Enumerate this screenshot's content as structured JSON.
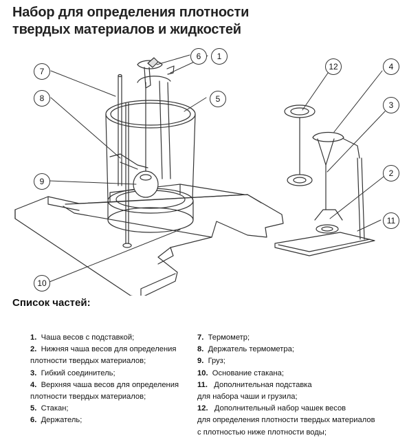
{
  "title": {
    "line1": "Набор для определения плотности",
    "line2": "твердых материалов и жидкостей"
  },
  "callouts": [
    "1",
    "2",
    "3",
    "4",
    "5",
    "6",
    "7",
    "8",
    "9",
    "10",
    "11",
    "12"
  ],
  "parts_heading": "Список частей:",
  "parts_left": [
    {
      "num": "1.",
      "text": "Чаша весов с подставкой;"
    },
    {
      "num": "2.",
      "text": "Нижняя чаша весов для определения"
    },
    {
      "num": "",
      "text": "плотности твердых материалов;"
    },
    {
      "num": "3.",
      "text": "Гибкий соединитель;"
    },
    {
      "num": "4.",
      "text": "Верхняя чаша весов для определения"
    },
    {
      "num": "",
      "text": "плотности твердых материалов;"
    },
    {
      "num": "5.",
      "text": "Стакан;"
    },
    {
      "num": "6.",
      "text": "Держатель;"
    }
  ],
  "parts_right": [
    {
      "num": "7.",
      "text": "Термометр;"
    },
    {
      "num": "8.",
      "text": "Держатель термометра;"
    },
    {
      "num": "9.",
      "text": "Груз;"
    },
    {
      "num": "10.",
      "text": "Основание стакана;"
    },
    {
      "num": "11.",
      "text": "Дополнительная подставка"
    },
    {
      "num": "",
      "text": "для набора чаши и грузила;"
    },
    {
      "num": "12.",
      "text": "Дополнительный набор чашек весов"
    },
    {
      "num": "",
      "text": "для определения плотности твердых материалов"
    },
    {
      "num": "",
      "text": "с плотностью ниже плотности воды;"
    }
  ]
}
